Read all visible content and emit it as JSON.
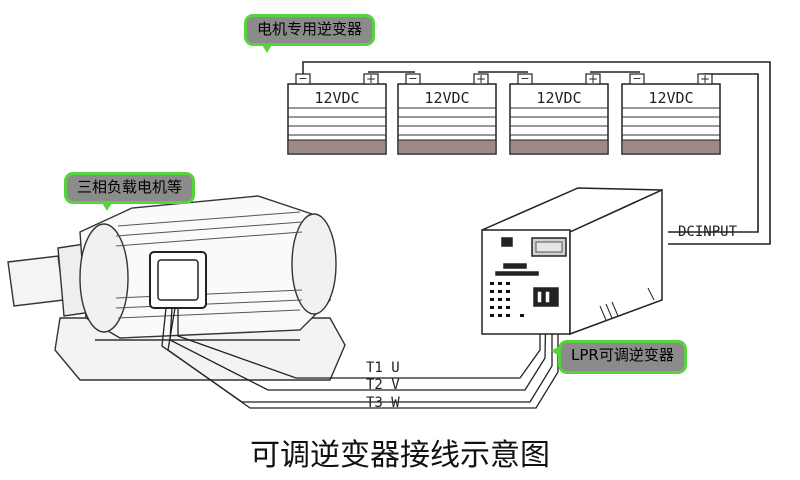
{
  "callouts": {
    "inverter_dedicated": "电机专用逆变器",
    "motor": "三相负载电机等",
    "lpr_inverter": "LPR可调逆变器"
  },
  "batteries": [
    {
      "label": "12VDC"
    },
    {
      "label": "12VDC"
    },
    {
      "label": "12VDC"
    },
    {
      "label": "12VDC"
    }
  ],
  "terminals": {
    "positive": "+",
    "negative": "−"
  },
  "dc_input_label": "DCINPUT",
  "wire_labels": [
    "T1 U",
    "T2 V",
    "T3 W"
  ],
  "caption": "可调逆变器接线示意图",
  "colors": {
    "callout_fill": "#8b8b8b",
    "callout_border": "#55d43b",
    "battery_band": "#9c8a86",
    "line": "#222222"
  }
}
